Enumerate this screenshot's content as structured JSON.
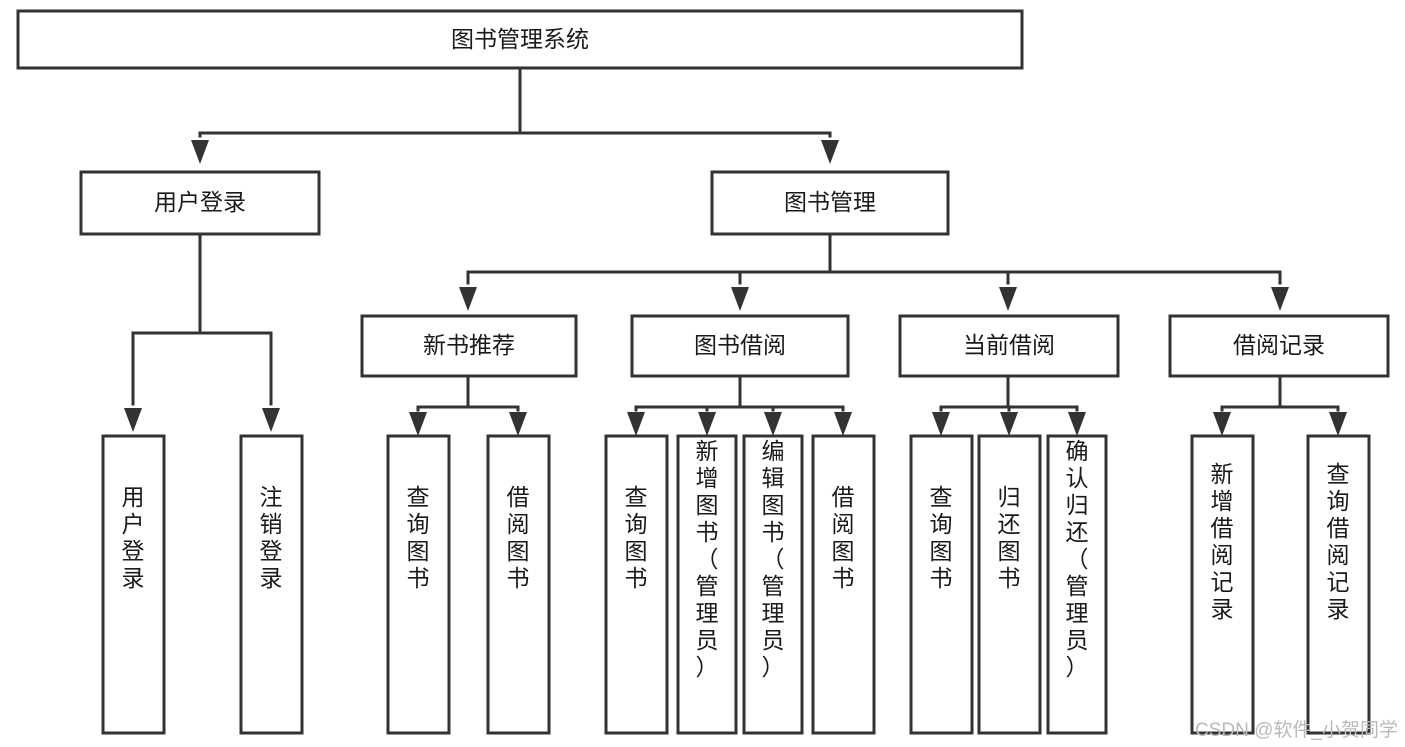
{
  "diagram": {
    "type": "tree",
    "title": "图书管理系统",
    "root": {
      "id": "root",
      "label": "图书管理系统"
    },
    "level2": [
      {
        "id": "user-login",
        "label": "用户登录"
      },
      {
        "id": "book-manage",
        "label": "图书管理"
      }
    ],
    "level3": [
      {
        "id": "new-book-recommend",
        "label": "新书推荐",
        "parent": "book-manage"
      },
      {
        "id": "book-borrow",
        "label": "图书借阅",
        "parent": "book-manage"
      },
      {
        "id": "current-borrow",
        "label": "当前借阅",
        "parent": "book-manage"
      },
      {
        "id": "borrow-record",
        "label": "借阅记录",
        "parent": "book-manage"
      }
    ],
    "leaves": {
      "user-login": [
        {
          "id": "leaf-user-login",
          "label": "用户登录"
        },
        {
          "id": "leaf-user-logout",
          "label": "注销登录"
        }
      ],
      "new-book-recommend": [
        {
          "id": "leaf-query-book-1",
          "label": "查询图书"
        },
        {
          "id": "leaf-borrow-book-1",
          "label": "借阅图书"
        }
      ],
      "book-borrow": [
        {
          "id": "leaf-query-book-2",
          "label": "查询图书"
        },
        {
          "id": "leaf-add-book",
          "label": "新增图书（管理员）"
        },
        {
          "id": "leaf-edit-book",
          "label": "编辑图书（管理员）"
        },
        {
          "id": "leaf-borrow-book-2",
          "label": "借阅图书"
        }
      ],
      "current-borrow": [
        {
          "id": "leaf-query-book-3",
          "label": "查询图书"
        },
        {
          "id": "leaf-return-book",
          "label": "归还图书"
        },
        {
          "id": "leaf-confirm-return",
          "label": "确认归还（管理员）"
        }
      ],
      "borrow-record": [
        {
          "id": "leaf-add-record",
          "label": "新增借阅记录"
        },
        {
          "id": "leaf-query-record",
          "label": "查询借阅记录"
        }
      ]
    }
  },
  "watermark": {
    "text": "CSDN @软件_小贺同学",
    "color": "#b9b9b9"
  },
  "colors": {
    "stroke": "#333333",
    "fill": "#ffffff",
    "text": "#1a1a1a",
    "background": "#ffffff"
  }
}
